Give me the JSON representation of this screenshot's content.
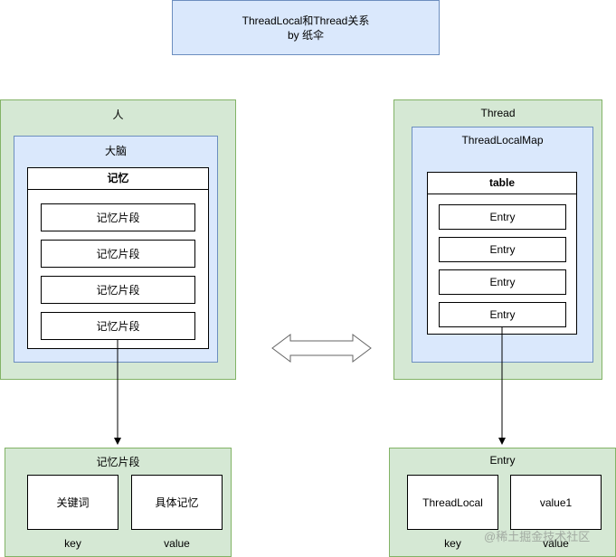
{
  "title": {
    "line1": "ThreadLocal和Thread关系",
    "line2": "by 纸伞"
  },
  "left": {
    "outer_label": "人",
    "inner_label": "大脑",
    "table_header": "记忆",
    "rows": [
      "记忆片段",
      "记忆片段",
      "记忆片段",
      "记忆片段"
    ]
  },
  "right": {
    "outer_label": "Thread",
    "inner_label": "ThreadLocalMap",
    "table_header": "table",
    "rows": [
      "Entry",
      "Entry",
      "Entry",
      "Entry"
    ]
  },
  "bottom_left": {
    "label": "记忆片段",
    "key_cell": "关键词",
    "value_cell": "具体记忆",
    "key_label": "key",
    "value_label": "value"
  },
  "bottom_right": {
    "label": "Entry",
    "key_cell": "ThreadLocal",
    "value_cell": "value1",
    "key_label": "key",
    "value_label": "value"
  },
  "watermark": "@稀土掘金技术社区",
  "colors": {
    "green_fill": "#d5e8d4",
    "green_stroke": "#82b366",
    "blue_fill": "#dae8fc",
    "blue_stroke": "#6c8ebf"
  }
}
